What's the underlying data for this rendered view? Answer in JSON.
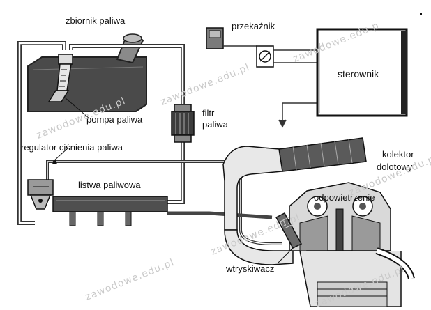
{
  "labels": {
    "fuel_tank": "zbiornik paliwa",
    "relay": "przekaźnik",
    "controller": "sterownik",
    "filter_line1": "filtr",
    "filter_line2": "paliwa",
    "fuel_pump": "pompa paliwa",
    "pressure_regulator": "regulator ciśnienia paliwa",
    "fuel_rail": "listwa paliwowa",
    "manifold_line1": "kolektor",
    "manifold_line2": "dolotowy",
    "vent": "odpowietrzenie",
    "injector": "wtryskiwacz"
  },
  "watermarks": [
    "zawodowe.edu.pl",
    "zawodowe.edu.pl",
    "zawodowe.edu.pl",
    "zawodowe.edu.pl",
    "zawodowe.edu.pl",
    "zawodowe.edu.pl",
    "zawodowe.edu.p"
  ]
}
